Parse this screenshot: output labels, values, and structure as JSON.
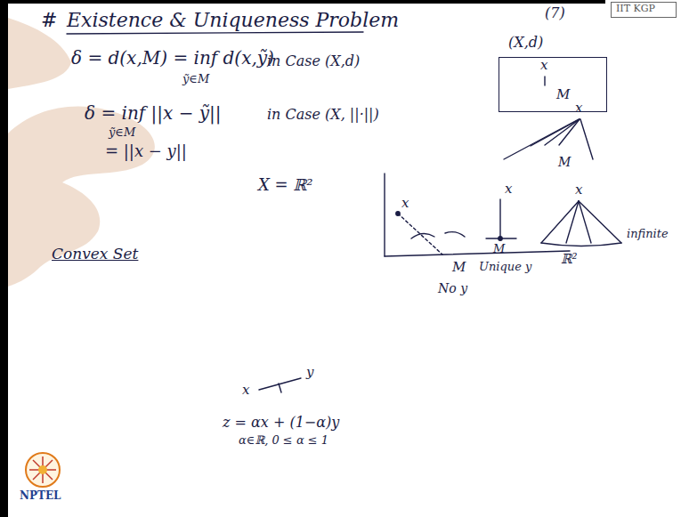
{
  "diagram": {
    "nodes": [
      {
        "text": [
          "(X,d)",
          "x"
        ]
      },
      {
        "text": [
          "M"
        ],
        "in": 0
      },
      {
        "text": [
          "M"
        ]
      },
      {
        "text": [
          "x",
          "y"
        ]
      },
      {
        "text": [
          "IIT KGP"
        ]
      }
    ],
    "labels": [
      "#",
      "Existence & Uniqueness Problem",
      "(7)",
      "δ = d(x,M) = inf d(x,ỹ)",
      "ỹ∈M",
      "in Case (X,d)",
      "δ = inf ||x − ỹ||",
      "ỹ∈M",
      "in Case (X, ||·||)",
      "= ||x − y||",
      "X = ℝ²",
      "Convex Set",
      "z = αx + (1−α)y",
      "α∈ℝ,  0 ≤ α ≤ 1",
      "x",
      "M",
      "No y",
      "x",
      "M",
      "Unique y",
      "x",
      "x",
      "infinite",
      "ℝ²",
      "NPTEL"
    ]
  }
}
